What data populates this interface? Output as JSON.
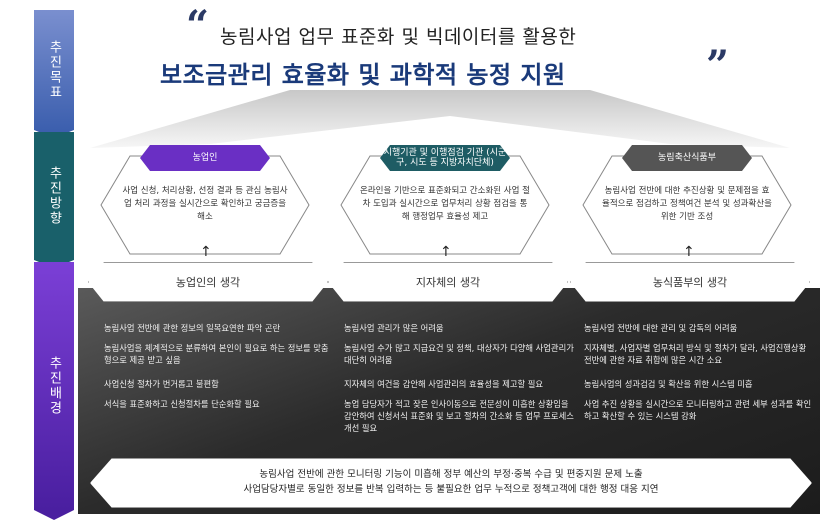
{
  "side_labels": {
    "goal": "추진목표",
    "direction": "추진방향",
    "background": "추진배경"
  },
  "title": {
    "open_quote": "“",
    "close_quote": "”",
    "line1": "농림사업 업무 표준화 및 빅데이터를 활용한",
    "line2": "보조금관리 효율화 및 과학적 농정 지원"
  },
  "colors": {
    "farmer": "#6a2fc4",
    "agency": "#1e5c64",
    "ministry": "#555555",
    "title_blue": "#1a3a7a"
  },
  "directions": [
    {
      "tag": "농업인",
      "text": "사업 신청, 처리상황, 선정 결과 등 관심 농림사업 처리 과정을 실시간으로 확인하고 궁금증을 해소"
    },
    {
      "tag": "시행기관 및 이행점검 기관 (시군구, 시도 등 지방자치단체)",
      "text": "온라인을 기반으로 표준화되고 간소화된 사업 절차 도입과 실시간으로 업무처리 상황 점검을 통해 행정업무 효율성 제고"
    },
    {
      "tag": "농림축산식품부",
      "text": "농림사업 전반에 대한 추진상황 및 문제점을 효율적으로 점검하고 정책여건 분석 및 성과확산을 위한 기반 조성"
    }
  ],
  "arrow": "↑",
  "thoughts": [
    "농업인의 생각",
    "지자체의 생각",
    "농식품부의 생각"
  ],
  "backgrounds": [
    [
      "농림사업 전반에 관한 정보의 일목요연한 파악 곤란",
      "농림사업을 체계적으로 분류하여 본인이 필요로 하는 정보를 맞춤형으로 제공 받고 싶음",
      "사업신청 절차가 번거롭고 불편함",
      "서식을 표준화하고 신청절차를 단순화할 필요"
    ],
    [
      "농림사업 관리가 많은 어려움",
      "농림사업 수가 많고 지급요건 및 정책, 대상자가 다양해 사업관리가 대단히 어려움",
      "지자체의 여건을 감안해 사업관리의 효율성을 제고할 필요",
      "농업 담당자가 적고 잦은 인사이동으로 전문성이 미흡한 상황임을 감안하여 신청서식 표준화 및 보고 절차의 간소화 등 업무 프로세스 개선 필요"
    ],
    [
      "농림사업 전반에 대한 관리 및 감독의 어려움",
      "지자체별, 사업자별 업무처리 방식 및 절차가 달라, 사업진행상황 전반에 관한 자료 취합에 많은 시간 소요",
      "농림사업의 성과검검 및 확산을 위한 시스템 미흡",
      "사업 추진 상황을 실시간으로 모니터링하고 관련 세부 성과를 확인하고 확산할 수 있는 시스템 강화"
    ]
  ],
  "bottom": [
    "농림사업 전반에 관한 모니터링 기능이 미흡해 정부 예산의 부정·중복 수급 및 편중지원 문제 노출",
    "사업담당자별로 동일한 정보를 반복 입력하는 등 불필요한 업무 누적으로 정책고객에 대한 행정 대응 지연"
  ]
}
